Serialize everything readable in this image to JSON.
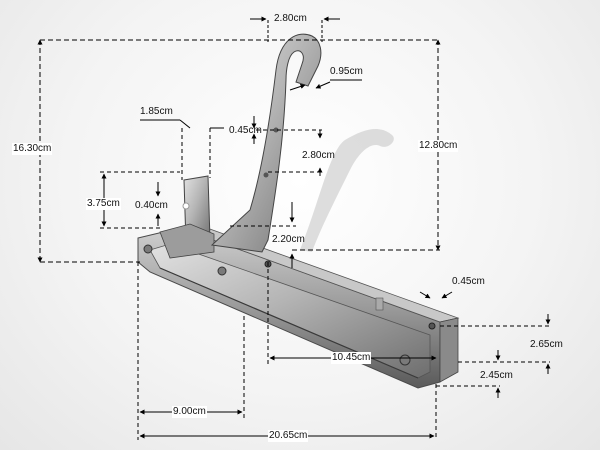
{
  "dimensions": {
    "hook_width": "2.80cm",
    "hook_tip_gap": "0.95cm",
    "top_tab_width": "1.85cm",
    "hook_slot_width": "0.45cm",
    "total_height": "16.30cm",
    "hook_height": "12.80cm",
    "hole_spacing": "2.80cm",
    "tab_height": "3.75cm",
    "pin_diameter": "0.40cm",
    "bar_height": "2.20cm",
    "end_tab_width": "0.45cm",
    "end_bracket_height": "2.65cm",
    "bracket_offset": "10.45cm",
    "end_drop": "2.45cm",
    "front_offset": "9.00cm",
    "total_length": "20.65cm"
  },
  "colors": {
    "metal_light": "#d6d6d6",
    "metal_mid": "#a9a9a9",
    "metal_dark": "#6a6a6a",
    "dimension_line": "#000000"
  }
}
